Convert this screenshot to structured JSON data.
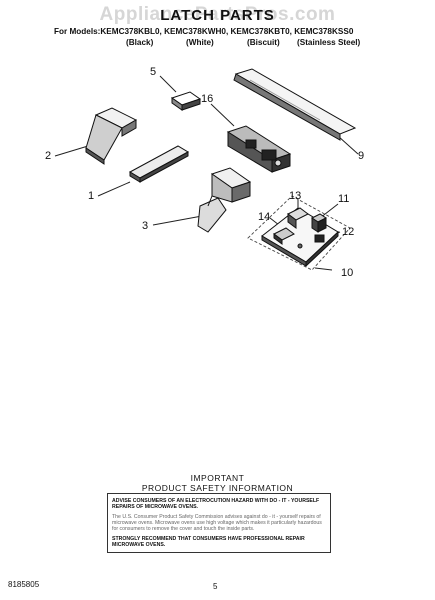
{
  "watermark": "AppliancePartsPros.com",
  "title": "LATCH PARTS",
  "models_line": "For Models:KEMC378KBL0, KEMC378KWH0, KEMC378KBT0, KEMC378KSS0",
  "variants": [
    "(Black)",
    "(White)",
    "(Biscuit)",
    "(Stainless Steel)"
  ],
  "callouts": [
    "5",
    "16",
    "2",
    "9",
    "1",
    "13",
    "11",
    "14",
    "3",
    "12",
    "10"
  ],
  "important": [
    "IMPORTANT",
    "PRODUCT SAFETY INFORMATION"
  ],
  "safety": {
    "p1": "ADVISE CONSUMERS OF AN ELECTROCUTION HAZARD WITH DO - IT - YOURSELF REPAIRS OF MICROWAVE OVENS.",
    "p2": "The U.S. Consumer Product Safety Commission advises against do - it - yourself repairs of microwave ovens. Microwave ovens use high voltage which makes it particularly hazardous for consumers to remove the cover and touch the inside parts.",
    "p3": "STRONGLY RECOMMEND THAT CONSUMERS HAVE PROFESSIONAL REPAIR MICROWAVE OVENS."
  },
  "footer": {
    "doc_number": "8185805",
    "page": "5"
  }
}
